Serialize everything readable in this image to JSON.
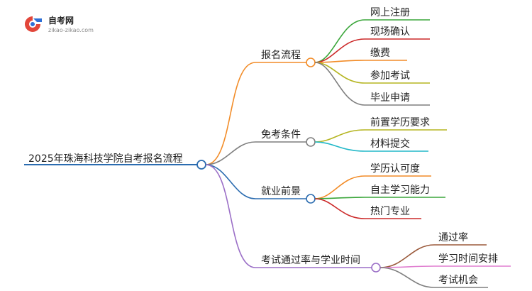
{
  "logo": {
    "title": "自考网",
    "url": "zikao-zikao.com"
  },
  "colors": {
    "root": "#2b6cb0",
    "branch_enroll": "#f28c28",
    "branch_exempt": "#7f7f7f",
    "branch_career": "#2b6cb0",
    "branch_exam": "#9b6fc7",
    "green": "#3aa63a",
    "red": "#cc2a2a",
    "orange": "#f28c28",
    "olive": "#b5b521",
    "gray": "#7f7f7f",
    "teal": "#22b8c8",
    "brown": "#9b5a3c",
    "pink": "#e07fd0"
  },
  "root": {
    "label": "2025年珠海科技学院自考报名流程"
  },
  "branches": [
    {
      "label": "报名流程",
      "children": [
        "网上注册",
        "现场确认",
        "缴费",
        "参加考试",
        "毕业申请"
      ]
    },
    {
      "label": "免考条件",
      "children": [
        "前置学历要求",
        "材料提交"
      ]
    },
    {
      "label": "就业前景",
      "children": [
        "学历认可度",
        "自主学习能力",
        "热门专业"
      ]
    },
    {
      "label": "考试通过率与学业时间",
      "children": [
        "通过率",
        "学习时间安排",
        "考试机会"
      ]
    }
  ]
}
